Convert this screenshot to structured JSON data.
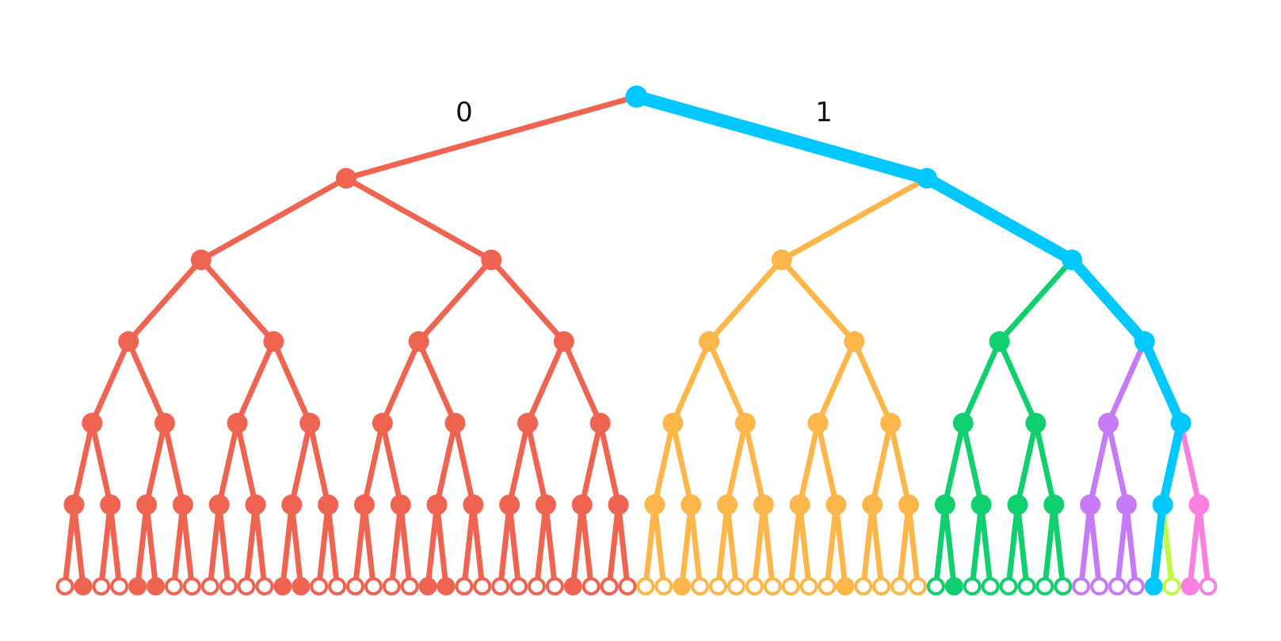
{
  "edge_labels": {
    "left": "0",
    "right": "1"
  },
  "colors": {
    "red": "#ef6351",
    "orange": "#fdb64a",
    "green": "#10cf6e",
    "purple": "#c57af6",
    "lime": "#bff944",
    "pink": "#fb7fde",
    "highlight": "#00c8ff"
  },
  "tree": {
    "depth": 6,
    "subtree_colors": [
      {
        "path": "0",
        "color": "red"
      },
      {
        "path": "10",
        "color": "orange"
      },
      {
        "path": "110",
        "color": "green"
      },
      {
        "path": "1110",
        "color": "purple"
      },
      {
        "path": "11110",
        "color": "highlight"
      },
      {
        "path": "111101",
        "color": "lime"
      },
      {
        "path": "11111",
        "color": "pink"
      }
    ],
    "highlighted_path": "111100",
    "filled_leaves": [
      "000001",
      "000100",
      "000101",
      "001100",
      "001101",
      "010100",
      "010101",
      "011100",
      "100010",
      "101011",
      "110001",
      "111100",
      "111110"
    ]
  }
}
